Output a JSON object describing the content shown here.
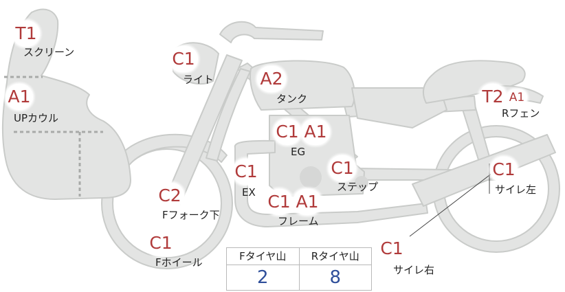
{
  "parts": [
    {
      "code": "T1",
      "label": "スクリーン"
    },
    {
      "code": "A1",
      "label": "UPカウル"
    },
    {
      "code": "C1",
      "label": "ライト"
    },
    {
      "code": "A2",
      "label": "タンク"
    },
    {
      "codes": [
        "C1",
        "A1"
      ],
      "label": "EG"
    },
    {
      "code": "C1",
      "label": "EX"
    },
    {
      "code": "C1",
      "label": "ステップ"
    },
    {
      "codes": [
        "C1",
        "A1"
      ],
      "label": "フレーム"
    },
    {
      "code": "C2",
      "label": "Fフォーク下"
    },
    {
      "code": "C1",
      "label": "Fホイール"
    },
    {
      "codes": [
        "T2",
        "A1"
      ],
      "label": "Rフェン"
    },
    {
      "code": "C1",
      "label": "サイレ左"
    },
    {
      "code": "C1",
      "label": "サイレ右"
    }
  ],
  "tire_table": {
    "headers": [
      "Fタイヤ山",
      "Rタイヤ山"
    ],
    "values": [
      "2",
      "8"
    ]
  },
  "colors": {
    "body_fill": "#e3e4e3",
    "body_outline": "#c9cbc9",
    "panel_line": "#a8aaa8",
    "code_text": "#b03a3a",
    "value_text": "#2f4f9a"
  }
}
